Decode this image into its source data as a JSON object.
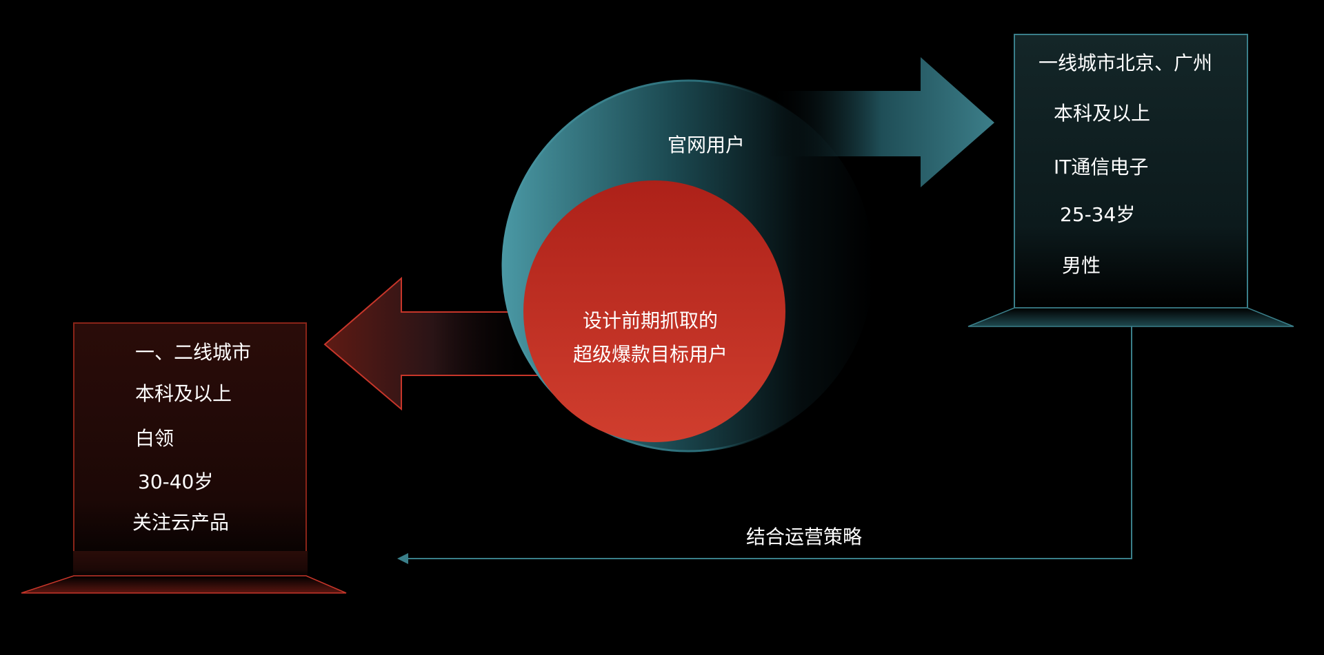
{
  "center": {
    "outer_label": "官网用户",
    "inner_lines": [
      "设计前期抓取的",
      "超级爆款目标用户"
    ]
  },
  "right_panel": {
    "items": [
      "一线城市北京、广州",
      "本科及以上",
      "IT通信电子",
      "25-34岁",
      "男性"
    ]
  },
  "left_panel": {
    "items": [
      "一、二线城市",
      "本科及以上",
      "白领",
      "30-40岁",
      "关注云产品"
    ]
  },
  "connector": {
    "label": "结合运营策略"
  },
  "colors": {
    "teal": "#3a7f8a",
    "red": "#c8362a",
    "background": "#000000"
  }
}
